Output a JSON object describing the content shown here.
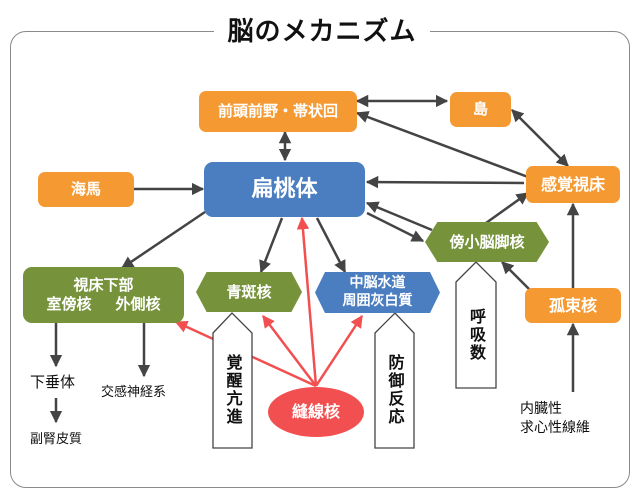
{
  "title": "脳のメカニズム",
  "colors": {
    "orange": "#f59a33",
    "blue": "#4a7ec0",
    "green": "#76933c",
    "red": "#f25050",
    "arrow": "#444444"
  },
  "nodes": {
    "prefrontal": "前頭前野・帯状回",
    "insula": "島",
    "hippocampus": "海馬",
    "amygdala": "扁桃体",
    "sensory_thalamus": "感覚視床",
    "parabrachial": "傍小脳脚核",
    "hypothalamus_title": "視床下部",
    "hypothalamus_pvn": "室傍核",
    "hypothalamus_lateral": "外側核",
    "locus_coeruleus": "青斑核",
    "pag_line1": "中脳水道",
    "pag_line2": "周囲灰白質",
    "solitary": "孤束核",
    "raphe": "縫線核"
  },
  "outputs": {
    "pituitary": "下垂体",
    "adrenal_cortex": "副腎皮質",
    "sympathetic": "交感神経系",
    "arousal": "覚醒亢進",
    "defense": "防御反応",
    "respiration": "呼吸数",
    "visceral_line1": "内臓性",
    "visceral_line2": "求心性線維"
  }
}
